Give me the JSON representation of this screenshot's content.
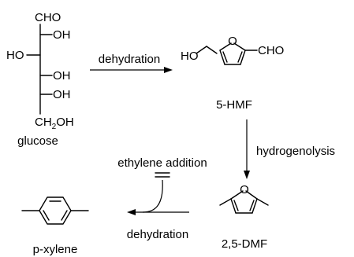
{
  "glucose": {
    "name": "glucose",
    "aldehyde": "CHO",
    "oh_right_1": "OH",
    "ho_left": "HO",
    "oh_right_2": "OH",
    "oh_right_3": "OH",
    "ch2oh": {
      "ch": "CH",
      "sub": "2",
      "oh": "OH"
    }
  },
  "hmf": {
    "name": "5-HMF",
    "ho": "HO",
    "ring_o": "O",
    "cho": "CHO"
  },
  "dmf": {
    "name": "2,5-DMF",
    "ring_o": "O"
  },
  "pxylene": {
    "name": "p-xylene"
  },
  "steps": {
    "step1": "dehydration",
    "step2": "hydrogenolysis",
    "step3_reagent": "ethylene addition",
    "step3": "dehydration"
  }
}
